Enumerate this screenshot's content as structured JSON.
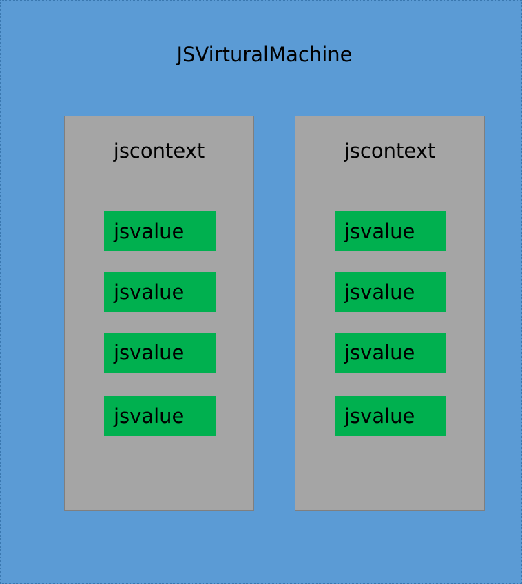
{
  "diagram": {
    "title": "JSVirturalMachine",
    "contexts": [
      {
        "label": "jscontext",
        "values": [
          "jsvalue",
          "jsvalue",
          "jsvalue",
          "jsvalue"
        ]
      },
      {
        "label": "jscontext",
        "values": [
          "jsvalue",
          "jsvalue",
          "jsvalue",
          "jsvalue"
        ]
      }
    ]
  },
  "colors": {
    "vm_background": "#5b9bd5",
    "context_background": "#a5a5a5",
    "value_background": "#00b04f"
  }
}
